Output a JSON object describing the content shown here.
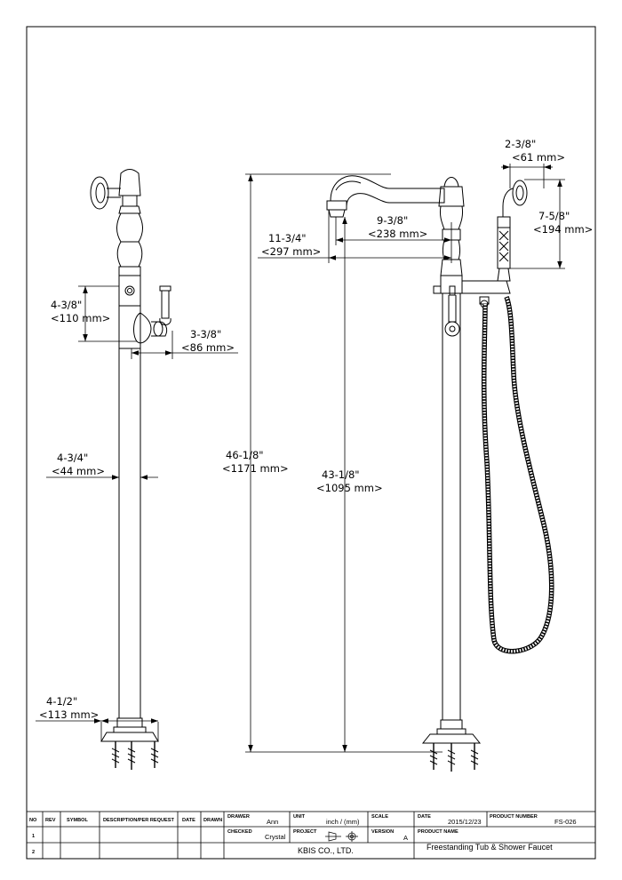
{
  "dimensions": {
    "side_height": {
      "inch": "4-3/8\"",
      "mm": "<110 mm>"
    },
    "handle_reach": {
      "inch": "3-3/8\"",
      "mm": "<86 mm>"
    },
    "body_dia": {
      "inch": "4-3/4\"",
      "mm": "<44 mm>"
    },
    "base_dia": {
      "inch": "4-1/2\"",
      "mm": "<113 mm>"
    },
    "total_height": {
      "inch": "46-1/8\"",
      "mm": "<1171 mm>"
    },
    "spout_height": {
      "inch": "43-1/8\"",
      "mm": "<1095 mm>"
    },
    "spout_reach_total": {
      "inch": "11-3/4\"",
      "mm": "<297 mm>"
    },
    "spout_reach": {
      "inch": "9-3/8\"",
      "mm": "<238 mm>"
    },
    "holder_width": {
      "inch": "2-3/8\"",
      "mm": "<61 mm>"
    },
    "handshower_len": {
      "inch": "7-5/8\"",
      "mm": "<194 mm>"
    }
  },
  "title_block": {
    "headers": {
      "no": "NO",
      "rev": "REV",
      "symbol": "SYMBOL",
      "description": "DESCRIPTION/PER REQUEST",
      "date": "DATE",
      "drawn": "DRAWN"
    },
    "rows": [
      "1",
      "2"
    ],
    "drawer_label": "DRAWER",
    "drawer_value": "Ann",
    "checked_label": "CHECKED",
    "checked_value": "Crystal",
    "unit_label": "UNIT",
    "unit_value": "inch / (mm)",
    "project_label": "PROJECT",
    "scale_label": "SCALE",
    "version_label": "VERSION",
    "version_value": "A",
    "date_label": "DATE",
    "date_value": "2015/12/23",
    "product_number_label": "PRODUCT NUMBER",
    "product_number_value": "FS-026",
    "product_name_label": "PRODUCT NAME",
    "product_name_value": "Freestanding Tub & Shower Faucet",
    "company": "KBIS CO., LTD."
  }
}
